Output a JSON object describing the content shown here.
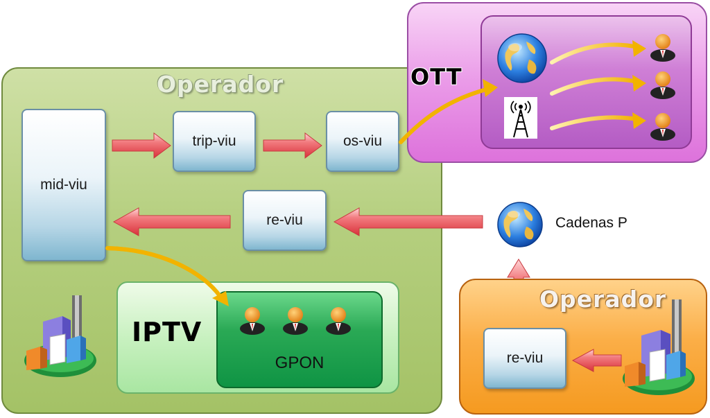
{
  "operator_main": {
    "title": "Operador"
  },
  "nodes": {
    "mid": "mid-viu",
    "trip": "trip-viu",
    "os": "os-viu",
    "re": "re-viu",
    "re2": "re-viu"
  },
  "ott": {
    "title": "OTT"
  },
  "iptv": {
    "title": "IPTV",
    "network": "GPON"
  },
  "cadenas": {
    "label": "Cadenas P"
  },
  "operator_second": {
    "title": "Operador"
  },
  "icons": [
    "globe-icon",
    "antenna-tower-icon",
    "user-icon",
    "buildings-icon"
  ],
  "colors": {
    "red_arrow": "#e8484f",
    "yellow_arrow": "#f2b300",
    "ott": "#e27ee0",
    "operator": "#a9c56c",
    "operator2": "#f8a43a",
    "iptv": "#c6f0bf",
    "gpon": "#1ea04d"
  }
}
